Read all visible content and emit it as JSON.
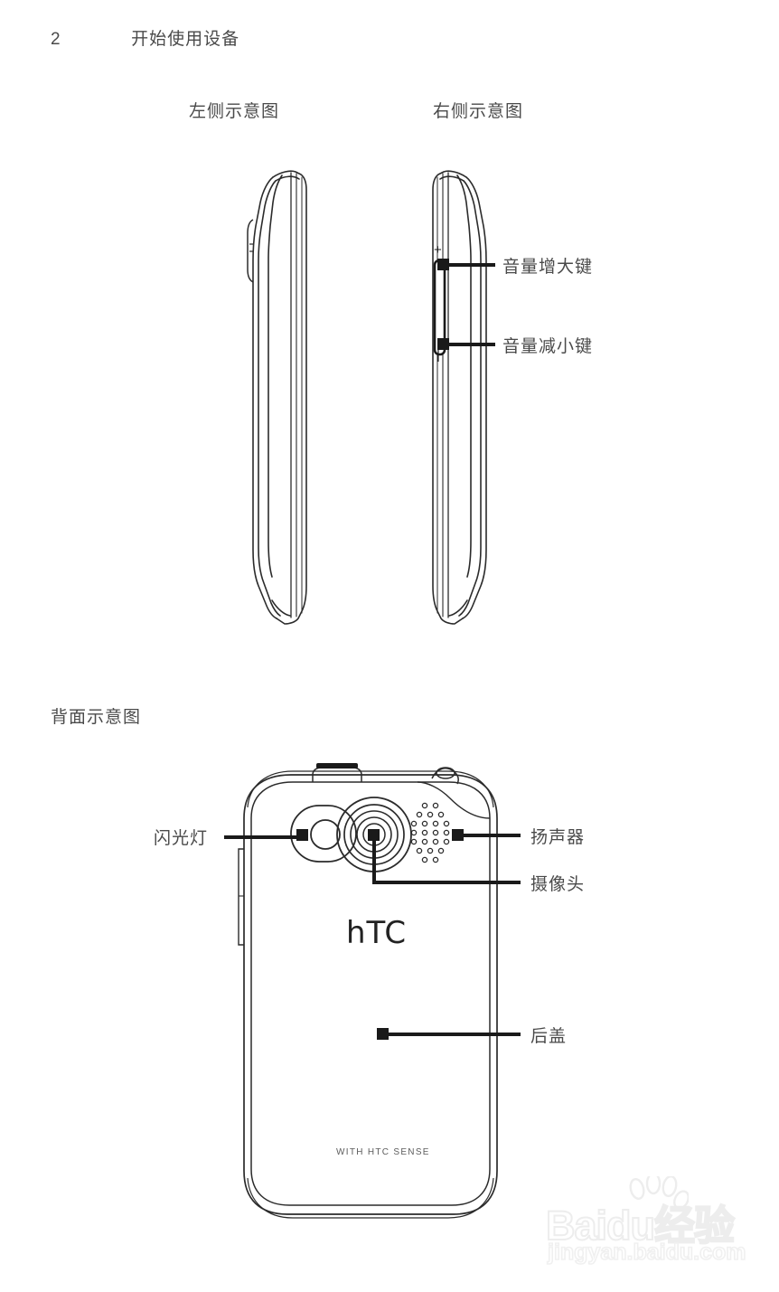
{
  "page": {
    "number": "2",
    "header_title": "开始使用设备"
  },
  "sections": {
    "left_view_caption": "左侧示意图",
    "right_view_caption": "右侧示意图",
    "back_view_caption": "背面示意图"
  },
  "side_view_markers": {
    "volume_up_symbol": "+",
    "volume_down_symbol": "|"
  },
  "callouts": {
    "right_view": [
      {
        "id": "volume-up",
        "label": "音量增大键"
      },
      {
        "id": "volume-down",
        "label": "音量减小键"
      }
    ],
    "back_view": [
      {
        "id": "flash",
        "label": "闪光灯"
      },
      {
        "id": "speaker",
        "label": "扬声器"
      },
      {
        "id": "camera",
        "label": "摄像头"
      },
      {
        "id": "back-cover",
        "label": "后盖"
      }
    ]
  },
  "device": {
    "brand_logo": "hTC",
    "brand_tagline": "WITH HTC SENSE"
  },
  "watermark": {
    "primary": "Bai",
    "primary_tail": "du",
    "chinese": "经验",
    "url": "jingyan.baidu.com"
  },
  "colors": {
    "ink": "#1a1a1a",
    "text": "#4a4a4a",
    "outline": "#2b2b2b",
    "watermark": "#ededed"
  }
}
